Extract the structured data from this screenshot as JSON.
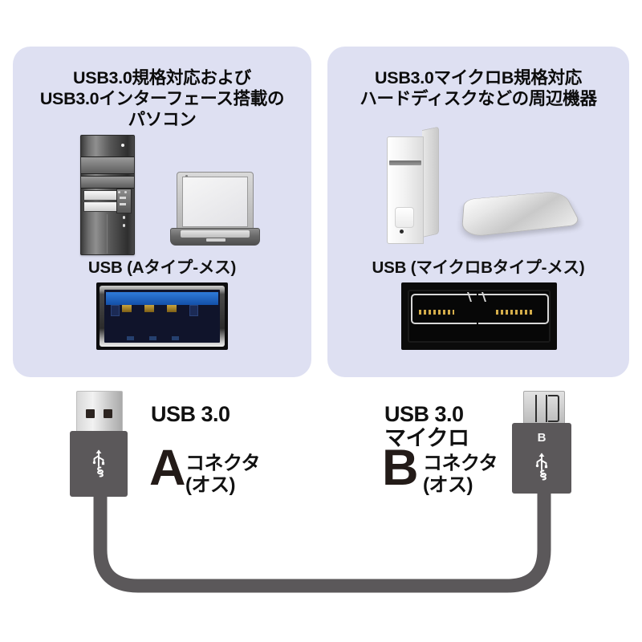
{
  "page": {
    "background_color": "#ffffff",
    "panel_color": "#dee0f2",
    "cable_color": "#5b585a",
    "accent_blue": "#2f7ad8"
  },
  "panels": [
    {
      "id": "left",
      "title": "USB3.0規格対応および\nUSB3.0インターフェース搭載の\nパソコン",
      "port_label": "USB (Aタイプ-メス)",
      "devices": [
        "desktop-pc-tower",
        "laptop-pc"
      ],
      "port_photo": "usb3-type-a-female-port"
    },
    {
      "id": "right",
      "title": "USB3.0マイクロB規格対応\nハードディスクなどの周辺機器",
      "port_label": "USB (マイクロBタイプ-メス)",
      "devices": [
        "external-hard-disk-vertical",
        "portable-hard-disk"
      ],
      "port_photo": "usb3-micro-b-female-port"
    }
  ],
  "cable": {
    "left_connector": {
      "standard": "USB 3.0",
      "letter": "A",
      "type_text": "コネクタ\n(オス)",
      "plug_mark": "",
      "icon": "usb-superspeed-icon"
    },
    "right_connector": {
      "standard": "USB 3.0\nマイクロ",
      "letter": "B",
      "type_text": "コネクタ\n(オス)",
      "plug_mark": "B",
      "icon": "usb-superspeed-icon"
    }
  }
}
